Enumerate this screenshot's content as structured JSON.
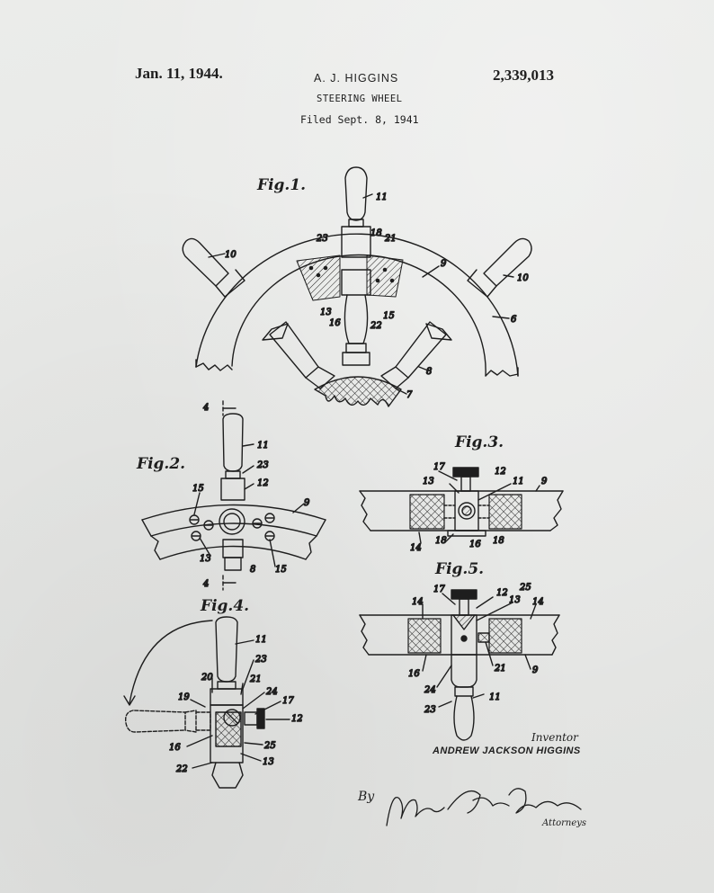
{
  "header": {
    "date": "Jan. 11, 1944.",
    "inventor": "A. J. HIGGINS",
    "patent_number": "2,339,013",
    "title": "STEERING WHEEL",
    "filed": "Filed Sept. 8, 1941"
  },
  "figures": {
    "fig1": "Fig.1.",
    "fig2": "Fig.2.",
    "fig3": "Fig.3.",
    "fig4": "Fig.4.",
    "fig5": "Fig.5."
  },
  "refs": {
    "fig1": [
      "11",
      "10",
      "10",
      "23",
      "18",
      "21",
      "9",
      "6",
      "13",
      "16",
      "22",
      "15",
      "8",
      "7"
    ],
    "fig2": [
      "4",
      "11",
      "23",
      "12",
      "15",
      "9",
      "13",
      "8",
      "15",
      "4"
    ],
    "fig3": [
      "17",
      "12",
      "13",
      "11",
      "9",
      "14",
      "18",
      "16",
      "18"
    ],
    "fig4": [
      "11",
      "23",
      "20",
      "21",
      "24",
      "19",
      "17",
      "12",
      "16",
      "25",
      "22",
      "13"
    ],
    "fig5": [
      "17",
      "12",
      "25",
      "13",
      "14",
      "14",
      "16",
      "21",
      "9",
      "24",
      "11",
      "23"
    ]
  },
  "footer": {
    "inventor_caption": "Inventor",
    "inventor_name": "ANDREW JACKSON HIGGINS",
    "by_label": "By",
    "signature": "Mason Fenwick & Lawrence",
    "attorneys_label": "Attorneys"
  },
  "colors": {
    "paper": "#e6e7e6",
    "ink": "#1e1e1e"
  }
}
